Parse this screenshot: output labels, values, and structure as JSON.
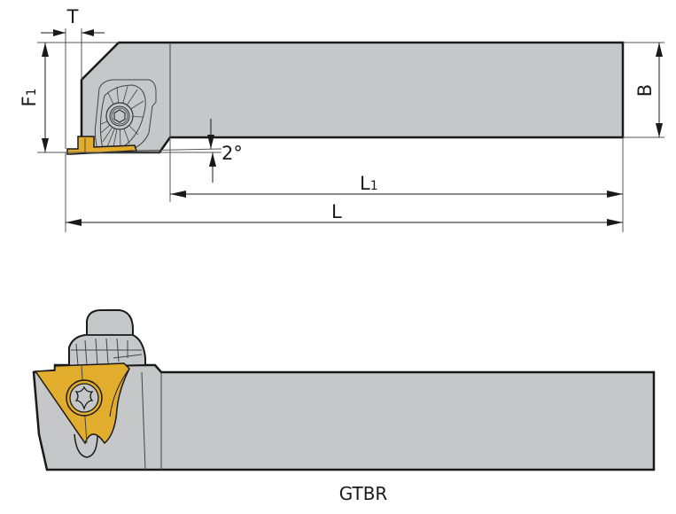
{
  "diagram": {
    "title": "GTBR",
    "top_view": {
      "dimensions": {
        "T": "T",
        "F1_main": "F",
        "F1_sub": "1",
        "B": "B",
        "L1_main": "L",
        "L1_sub": "1",
        "L": "L",
        "angle": "2°"
      }
    },
    "side_view": {
      "caption": "GTBR"
    },
    "colors": {
      "body": "#c6c7c9",
      "insert": "#e2ac2c",
      "outline": "#1a1a1a"
    }
  }
}
